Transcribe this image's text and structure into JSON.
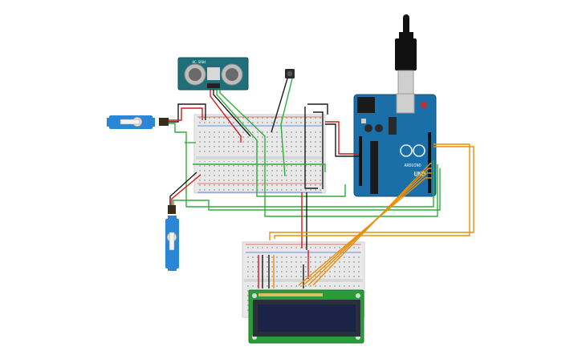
{
  "sensor": {
    "label": "HC-SR04"
  },
  "arduino": {
    "brand": "ARDUINO",
    "model": "UNO"
  },
  "colors": {
    "wire_red": "#d11a1a",
    "wire_black": "#1a1a1a",
    "wire_green": "#2fae3a",
    "wire_orange": "#e8900c",
    "arduino_blue": "#1b6fa8",
    "servo_blue": "#2a86d6",
    "lcd_green": "#2a9a3a",
    "lcd_screen": "#1b2447"
  }
}
